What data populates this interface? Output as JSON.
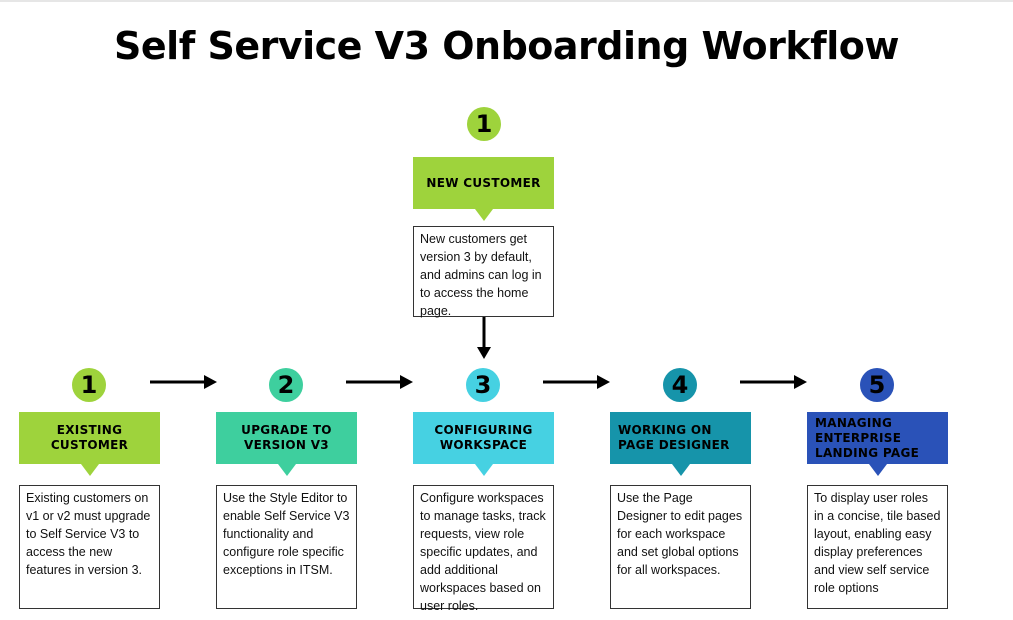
{
  "title": "Self Service V3 Onboarding Workflow",
  "colors": {
    "green": "#9ed33c",
    "teal": "#3ecf9e",
    "cyan": "#46d1e2",
    "dark_cyan": "#1694aa",
    "blue": "#2a52b8"
  },
  "new_customer": {
    "number": "1",
    "label": "NEW CUSTOMER",
    "description": "New customers get version 3 by default, and admins can log in to access the home page."
  },
  "steps": [
    {
      "number": "1",
      "label": "EXISTING CUSTOMER",
      "description": "Existing customers on v1 or v2 must upgrade to Self Service V3 to access the new features in version 3."
    },
    {
      "number": "2",
      "label": "UPGRADE TO VERSION V3",
      "description": "Use the Style Editor to enable Self Service V3 functionality and configure role specific exceptions in ITSM."
    },
    {
      "number": "3",
      "label": "CONFIGURING WORKSPACE",
      "description": "Configure workspaces to manage tasks, track requests, view role specific updates, and add additional workspaces based on user roles."
    },
    {
      "number": "4",
      "label": "WORKING ON PAGE DESIGNER",
      "description": "Use the Page Designer to edit pages for each workspace and set global options for all workspaces."
    },
    {
      "number": "5",
      "label": "MANAGING ENTERPRISE LANDING PAGE",
      "description": "To display user roles in a concise, tile based layout, enabling easy display preferences and view self service role options"
    }
  ]
}
